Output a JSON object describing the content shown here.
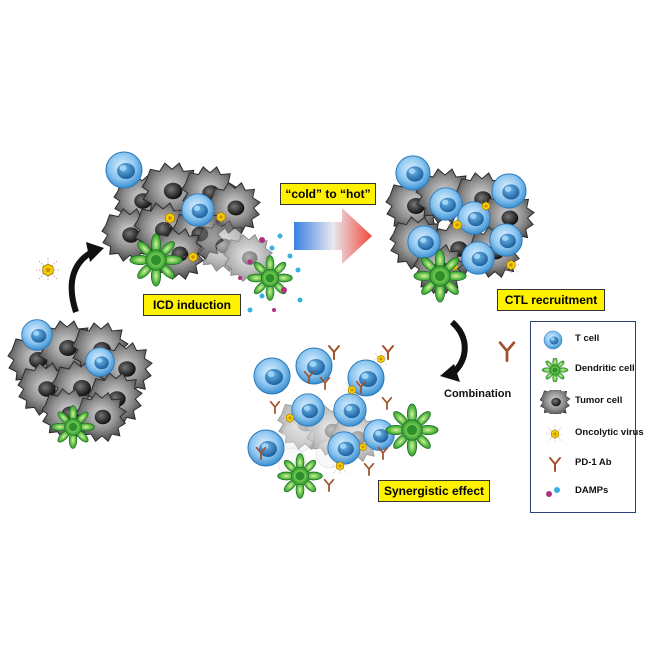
{
  "labels": {
    "icd_induction": "ICD induction",
    "cold_to_hot": "“cold” to “hot”",
    "ctl_recruitment": "CTL recruitment",
    "combination": "Combination",
    "synergistic_effect": "Synergistic effect"
  },
  "legend": {
    "items": [
      {
        "label": "T cell",
        "icon": "t-cell-icon"
      },
      {
        "label": "Dendritic cell",
        "icon": "dendritic-cell-icon"
      },
      {
        "label": "Tumor cell",
        "icon": "tumor-cell-icon"
      },
      {
        "label": "Oncolytic virus",
        "icon": "oncolytic-virus-icon"
      },
      {
        "label": "PD-1 Ab",
        "icon": "pd1-antibody-icon"
      },
      {
        "label": "DAMPs",
        "icon": "damps-icon"
      }
    ]
  },
  "colors": {
    "label_box": "#fff200",
    "t_cell": "#5aa8e0",
    "dendritic_cell": "#3aa845",
    "tumor_cell": "#6b6b6b",
    "virus": "#e8c400",
    "pd1_ab": "#a0522d",
    "damp_magenta": "#b03080",
    "damp_cyan": "#3ab0e0",
    "legend_border": "#2e3f7a"
  }
}
